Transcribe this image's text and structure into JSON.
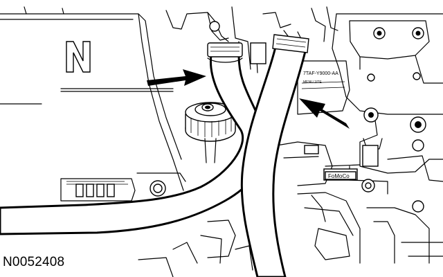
{
  "figure": {
    "id_label": "N0052408",
    "part_label_1": "7TAF-Y9000-AA",
    "part_label_2": "MENU 1ITE",
    "part_label_3": "FoMoCo",
    "logo_letter": "N"
  },
  "icons": {
    "left_arrow": "arrow-right-icon",
    "right_arrow": "arrow-upleft-icon"
  }
}
